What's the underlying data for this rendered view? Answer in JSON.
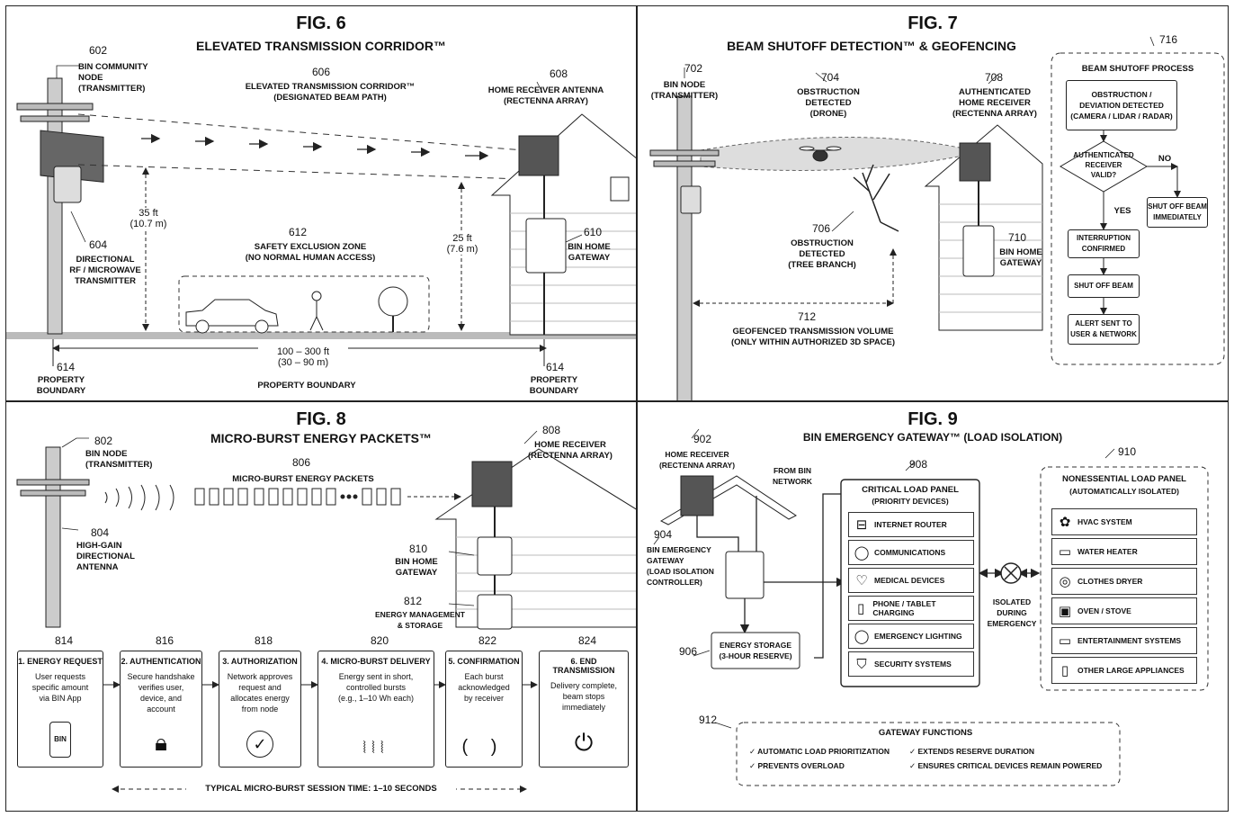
{
  "fig6": {
    "fig": "FIG. 6",
    "title": "ELEVATED TRANSMISSION CORRIDOR™",
    "node_ref": "602",
    "node_label": "BIN COMMUNITY NODE\n(TRANSMITTER)",
    "corridor_ref": "606",
    "corridor_label": "ELEVATED TRANSMISSION CORRIDOR™\n(DESIGNATED BEAM PATH)",
    "antenna_ref": "608",
    "antenna_label": "HOME RECEIVER ANTENNA\n(RECTENNA ARRAY)",
    "h1": "35 ft\n(10.7 m)",
    "h2": "25 ft\n(7.6 m)",
    "tx_ref": "604",
    "tx_label": "DIRECTIONAL\nRF / MICROWAVE\nTRANSMITTER",
    "zone_ref": "612",
    "zone_label": "SAFETY EXCLUSION ZONE\n(NO NORMAL HUMAN ACCESS)",
    "gw_ref": "610",
    "gw_label": "BIN HOME\nGATEWAY",
    "dist": "100 – 300 ft\n(30 – 90 m)",
    "pb_ref_left": "614",
    "pb_left": "PROPERTY\nBOUNDARY",
    "pb_center": "PROPERTY BOUNDARY",
    "pb_ref_right": "614",
    "pb_right": "PROPERTY\nBOUNDARY"
  },
  "fig7": {
    "fig": "FIG. 7",
    "title": "BEAM SHUTOFF DETECTION™ & GEOFENCING",
    "node_ref": "702",
    "node_label": "BIN NODE\n(TRANSMITTER)",
    "drone_ref": "704",
    "drone_label": "OBSTRUCTION\nDETECTED\n(DRONE)",
    "recv_ref": "708",
    "recv_label": "AUTHENTICATED\nHOME RECEIVER\n(RECTENNA ARRAY)",
    "tree_ref": "706",
    "tree_label": "OBSTRUCTION\nDETECTED\n(TREE BRANCH)",
    "gw_ref": "710",
    "gw_label": "BIN HOME\nGATEWAY",
    "geo_ref": "712",
    "geo_label": "GEOFENCED TRANSMISSION VOLUME\n(ONLY WITHIN AUTHORIZED 3D SPACE)",
    "proc_ref": "716",
    "proc_title": "BEAM SHUTOFF PROCESS",
    "b1": "OBSTRUCTION /\nDEVIATION DETECTED\n(CAMERA / LIDAR / RADAR)",
    "decision": "AUTHENTICATED\nRECEIVER\nVALID?",
    "no": "NO",
    "yes": "YES",
    "b_no": "SHUT OFF BEAM\nIMMEDIATELY",
    "b2": "INTERRUPTION\nCONFIRMED",
    "b3": "SHUT OFF BEAM",
    "b4": "ALERT SENT TO\nUSER & NETWORK"
  },
  "fig8": {
    "fig": "FIG. 8",
    "title": "MICRO-BURST ENERGY PACKETS™",
    "node_ref": "802",
    "node_label": "BIN NODE\n(TRANSMITTER)",
    "pk_ref": "806",
    "pk_label": "MICRO-BURST ENERGY PACKETS",
    "recv_ref": "808",
    "recv_label": "HOME RECEIVER\n(RECTENNA ARRAY)",
    "ant_ref": "804",
    "ant_label": "HIGH-GAIN\nDIRECTIONAL\nANTENNA",
    "gw_ref": "810",
    "gw_label": "BIN HOME\nGATEWAY",
    "em_ref": "812",
    "em_label": "ENERGY MANAGEMENT\n& STORAGE",
    "steps": [
      {
        "ref": "814",
        "title": "1. ENERGY REQUEST",
        "desc": "User requests\nspecific amount\nvia BIN App",
        "icon": "phone-icon",
        "glyph": "BIN"
      },
      {
        "ref": "816",
        "title": "2. AUTHENTICATION",
        "desc": "Secure handshake\nverifies user,\ndevice, and\naccount",
        "icon": "lock-icon"
      },
      {
        "ref": "818",
        "title": "3. AUTHORIZATION",
        "desc": "Network approves\nrequest and\nallocates energy\nfrom node",
        "icon": "check-icon"
      },
      {
        "ref": "820",
        "title": "4. MICRO-BURST DELIVERY",
        "desc": "Energy sent in short,\ncontrolled bursts\n(e.g., 1–10 Wh each)",
        "icon": "burst-icon"
      },
      {
        "ref": "822",
        "title": "5. CONFIRMATION",
        "desc": "Each burst\nacknowledged\nby receiver",
        "icon": "signal-icon"
      },
      {
        "ref": "824",
        "title": "6. END TRANSMISSION",
        "desc": "Delivery complete,\nbeam stops\nimmediately",
        "icon": "power-icon"
      }
    ],
    "session": "TYPICAL MICRO-BURST SESSION TIME: 1–10 SECONDS"
  },
  "fig9": {
    "fig": "FIG. 9",
    "title": "BIN EMERGENCY GATEWAY™ (LOAD ISOLATION)",
    "recv_ref": "902",
    "recv_label": "HOME RECEIVER\n(RECTENNA ARRAY)",
    "from_bin": "FROM BIN\nNETWORK",
    "gw_ref": "904",
    "gw_label": "BIN EMERGENCY\nGATEWAY\n(LOAD ISOLATION\nCONTROLLER)",
    "storage_ref": "906",
    "storage_label": "ENERGY STORAGE\n(3-HOUR RESERVE)",
    "crit_ref": "908",
    "crit_title": "CRITICAL LOAD PANEL",
    "crit_sub": "(PRIORITY DEVICES)",
    "crit_items": [
      {
        "label": "INTERNET ROUTER",
        "icon": "router-icon",
        "glyph": "⊟"
      },
      {
        "label": "COMMUNICATIONS",
        "icon": "bulb-icon",
        "glyph": "◯"
      },
      {
        "label": "MEDICAL DEVICES",
        "icon": "monitor-icon",
        "glyph": "♡"
      },
      {
        "label": "PHONE / TABLET CHARGING",
        "icon": "phone-icon",
        "glyph": "▯"
      },
      {
        "label": "EMERGENCY LIGHTING",
        "icon": "bulb-icon",
        "glyph": "◯"
      },
      {
        "label": "SECURITY SYSTEMS",
        "icon": "shield-icon",
        "glyph": "⛉"
      }
    ],
    "isolated": "ISOLATED\nDURING\nEMERGENCY",
    "non_ref": "910",
    "non_title": "NONESSENTIAL LOAD PANEL",
    "non_sub": "(AUTOMATICALLY ISOLATED)",
    "non_items": [
      {
        "label": "HVAC SYSTEM",
        "icon": "fan-icon",
        "glyph": "✿"
      },
      {
        "label": "WATER HEATER",
        "icon": "heater-icon",
        "glyph": "▭"
      },
      {
        "label": "CLOTHES DRYER",
        "icon": "dryer-icon",
        "glyph": "◎"
      },
      {
        "label": "OVEN / STOVE",
        "icon": "oven-icon",
        "glyph": "▣"
      },
      {
        "label": "ENTERTAINMENT SYSTEMS",
        "icon": "tv-icon",
        "glyph": "▭"
      },
      {
        "label": "OTHER LARGE APPLIANCES",
        "icon": "fridge-icon",
        "glyph": "▯"
      }
    ],
    "func_ref": "912",
    "func_title": "GATEWAY FUNCTIONS",
    "funcs": [
      "✓ AUTOMATIC LOAD PRIORITIZATION",
      "✓ EXTENDS RESERVE DURATION",
      "✓ PREVENTS OVERLOAD",
      "✓ ENSURES CRITICAL DEVICES REMAIN POWERED"
    ]
  }
}
